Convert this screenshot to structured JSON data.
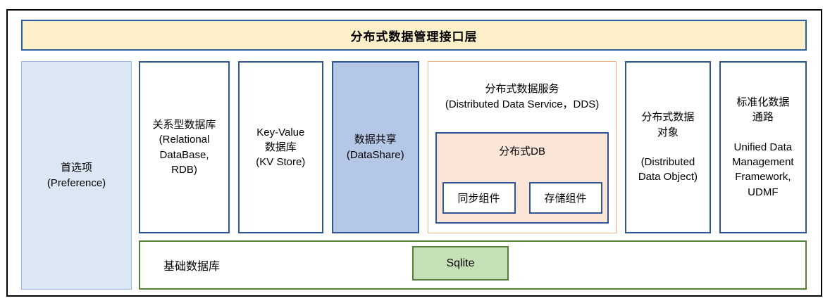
{
  "colors": {
    "banner_fill": "#FDF0C9",
    "banner_border": "#2E5FA3",
    "preference_fill": "#DCE7F5",
    "preference_border": "#9DB8E0",
    "blue_border": "#2F5597",
    "datashare_fill": "#B4C7E7",
    "dds_border": "#F4B183",
    "db_fill": "#FBE5D6",
    "green_border": "#538135",
    "sqlite_fill": "#C5E0B4"
  },
  "banner": {
    "title": "分布式数据管理接口层"
  },
  "preference": {
    "label": "首选项\n(Preference)"
  },
  "modules": {
    "rdb": {
      "label": "关系型数据库\n(Relational\nDataBase,\nRDB)"
    },
    "kv": {
      "label": "Key-Value\n数据库\n(KV Store)"
    },
    "datashare": {
      "label": "数据共享\n(DataShare)"
    },
    "dds": {
      "title": "分布式数据服务\n(Distributed Data Service，DDS)",
      "db": {
        "title": "分布式DB",
        "components": {
          "sync": "同步组件",
          "storage": "存储组件"
        }
      }
    },
    "ddo": {
      "label": "分布式数据\n对象\n\n(Distributed\nData Object)"
    },
    "udmf": {
      "label": "标准化数据\n通路\n\nUnified Data\nManagement\nFramework,\nUDMF"
    }
  },
  "base": {
    "label": "基础数据库",
    "sqlite": "Sqlite"
  }
}
